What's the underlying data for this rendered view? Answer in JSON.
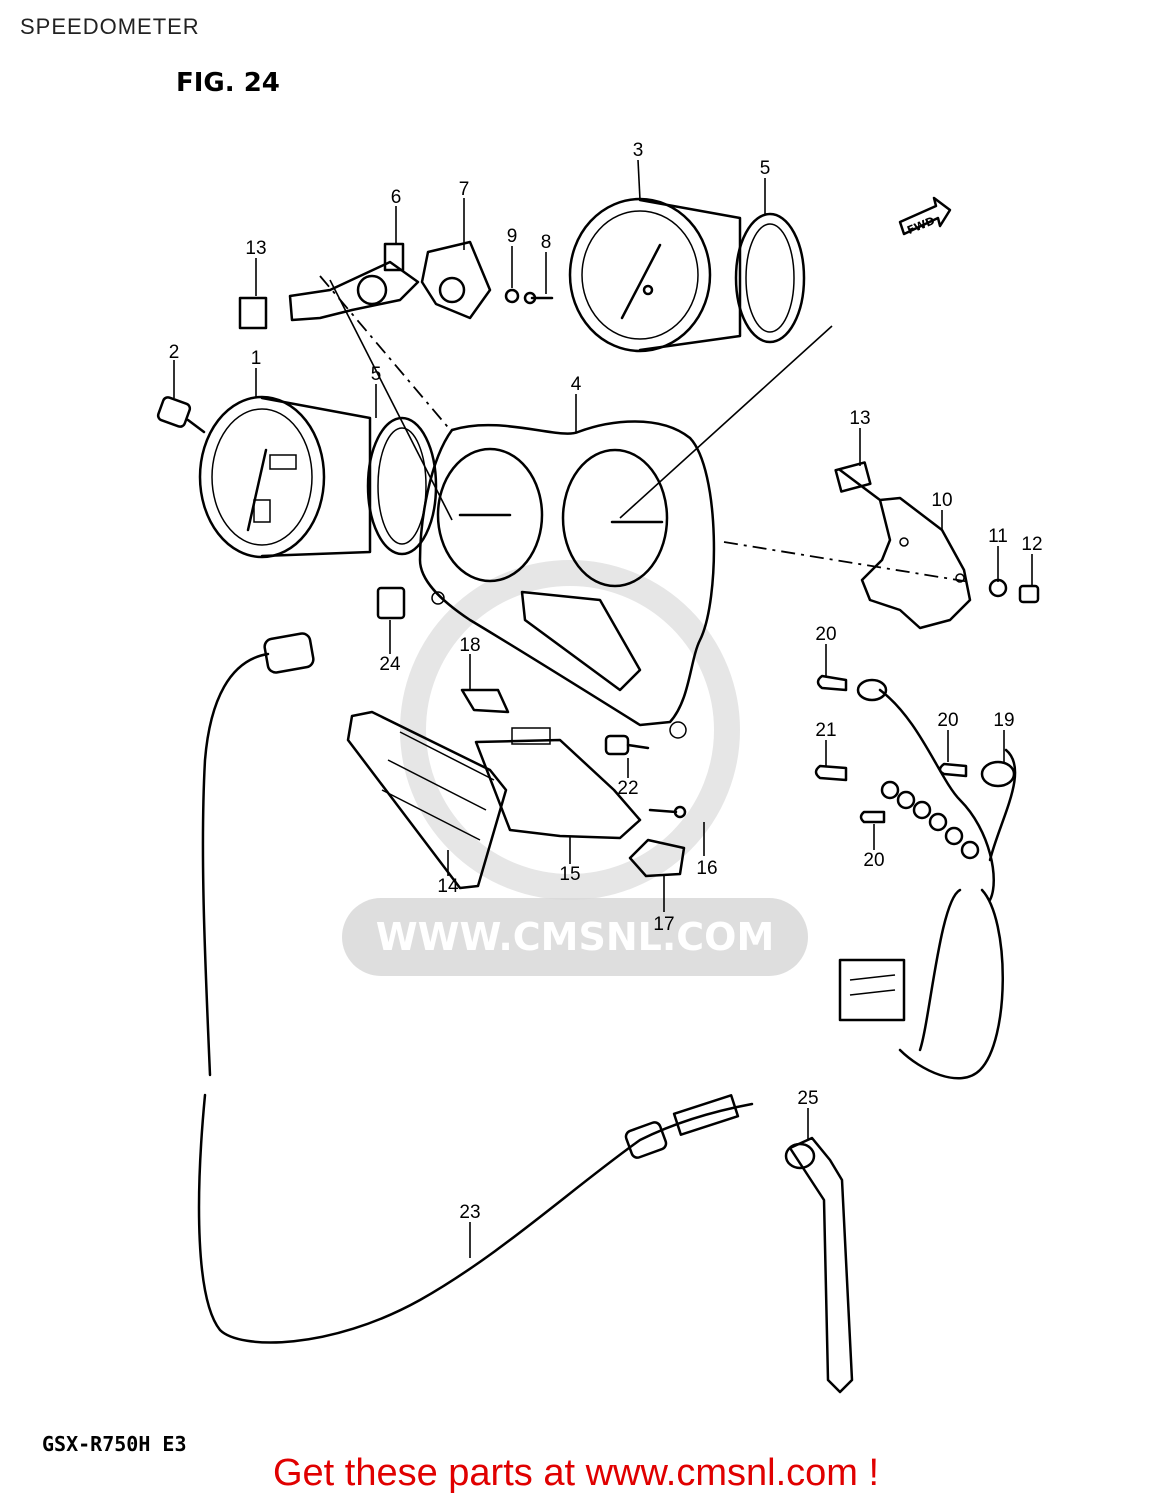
{
  "page_heading": "SPEEDOMETER",
  "figure_title": "FIG. 24",
  "model_code": "GSX-R750H E3",
  "forward_arrow_label": "FWD",
  "watermark_text": "WWW.CMSNL.COM",
  "footer_link_text": "Get these parts at www.cmsnl.com !",
  "callouts": {
    "c1": "1",
    "c2": "2",
    "c3": "3",
    "c4": "4",
    "c5a": "5",
    "c5b": "5",
    "c6": "6",
    "c7": "7",
    "c8": "8",
    "c9": "9",
    "c10": "10",
    "c11": "11",
    "c12": "12",
    "c13a": "13",
    "c13b": "13",
    "c14": "14",
    "c15": "15",
    "c16": "16",
    "c17": "17",
    "c18": "18",
    "c19": "19",
    "c20a": "20",
    "c20b": "20",
    "c20c": "20",
    "c21": "21",
    "c22": "22",
    "c23": "23",
    "c24": "24",
    "c25": "25"
  }
}
